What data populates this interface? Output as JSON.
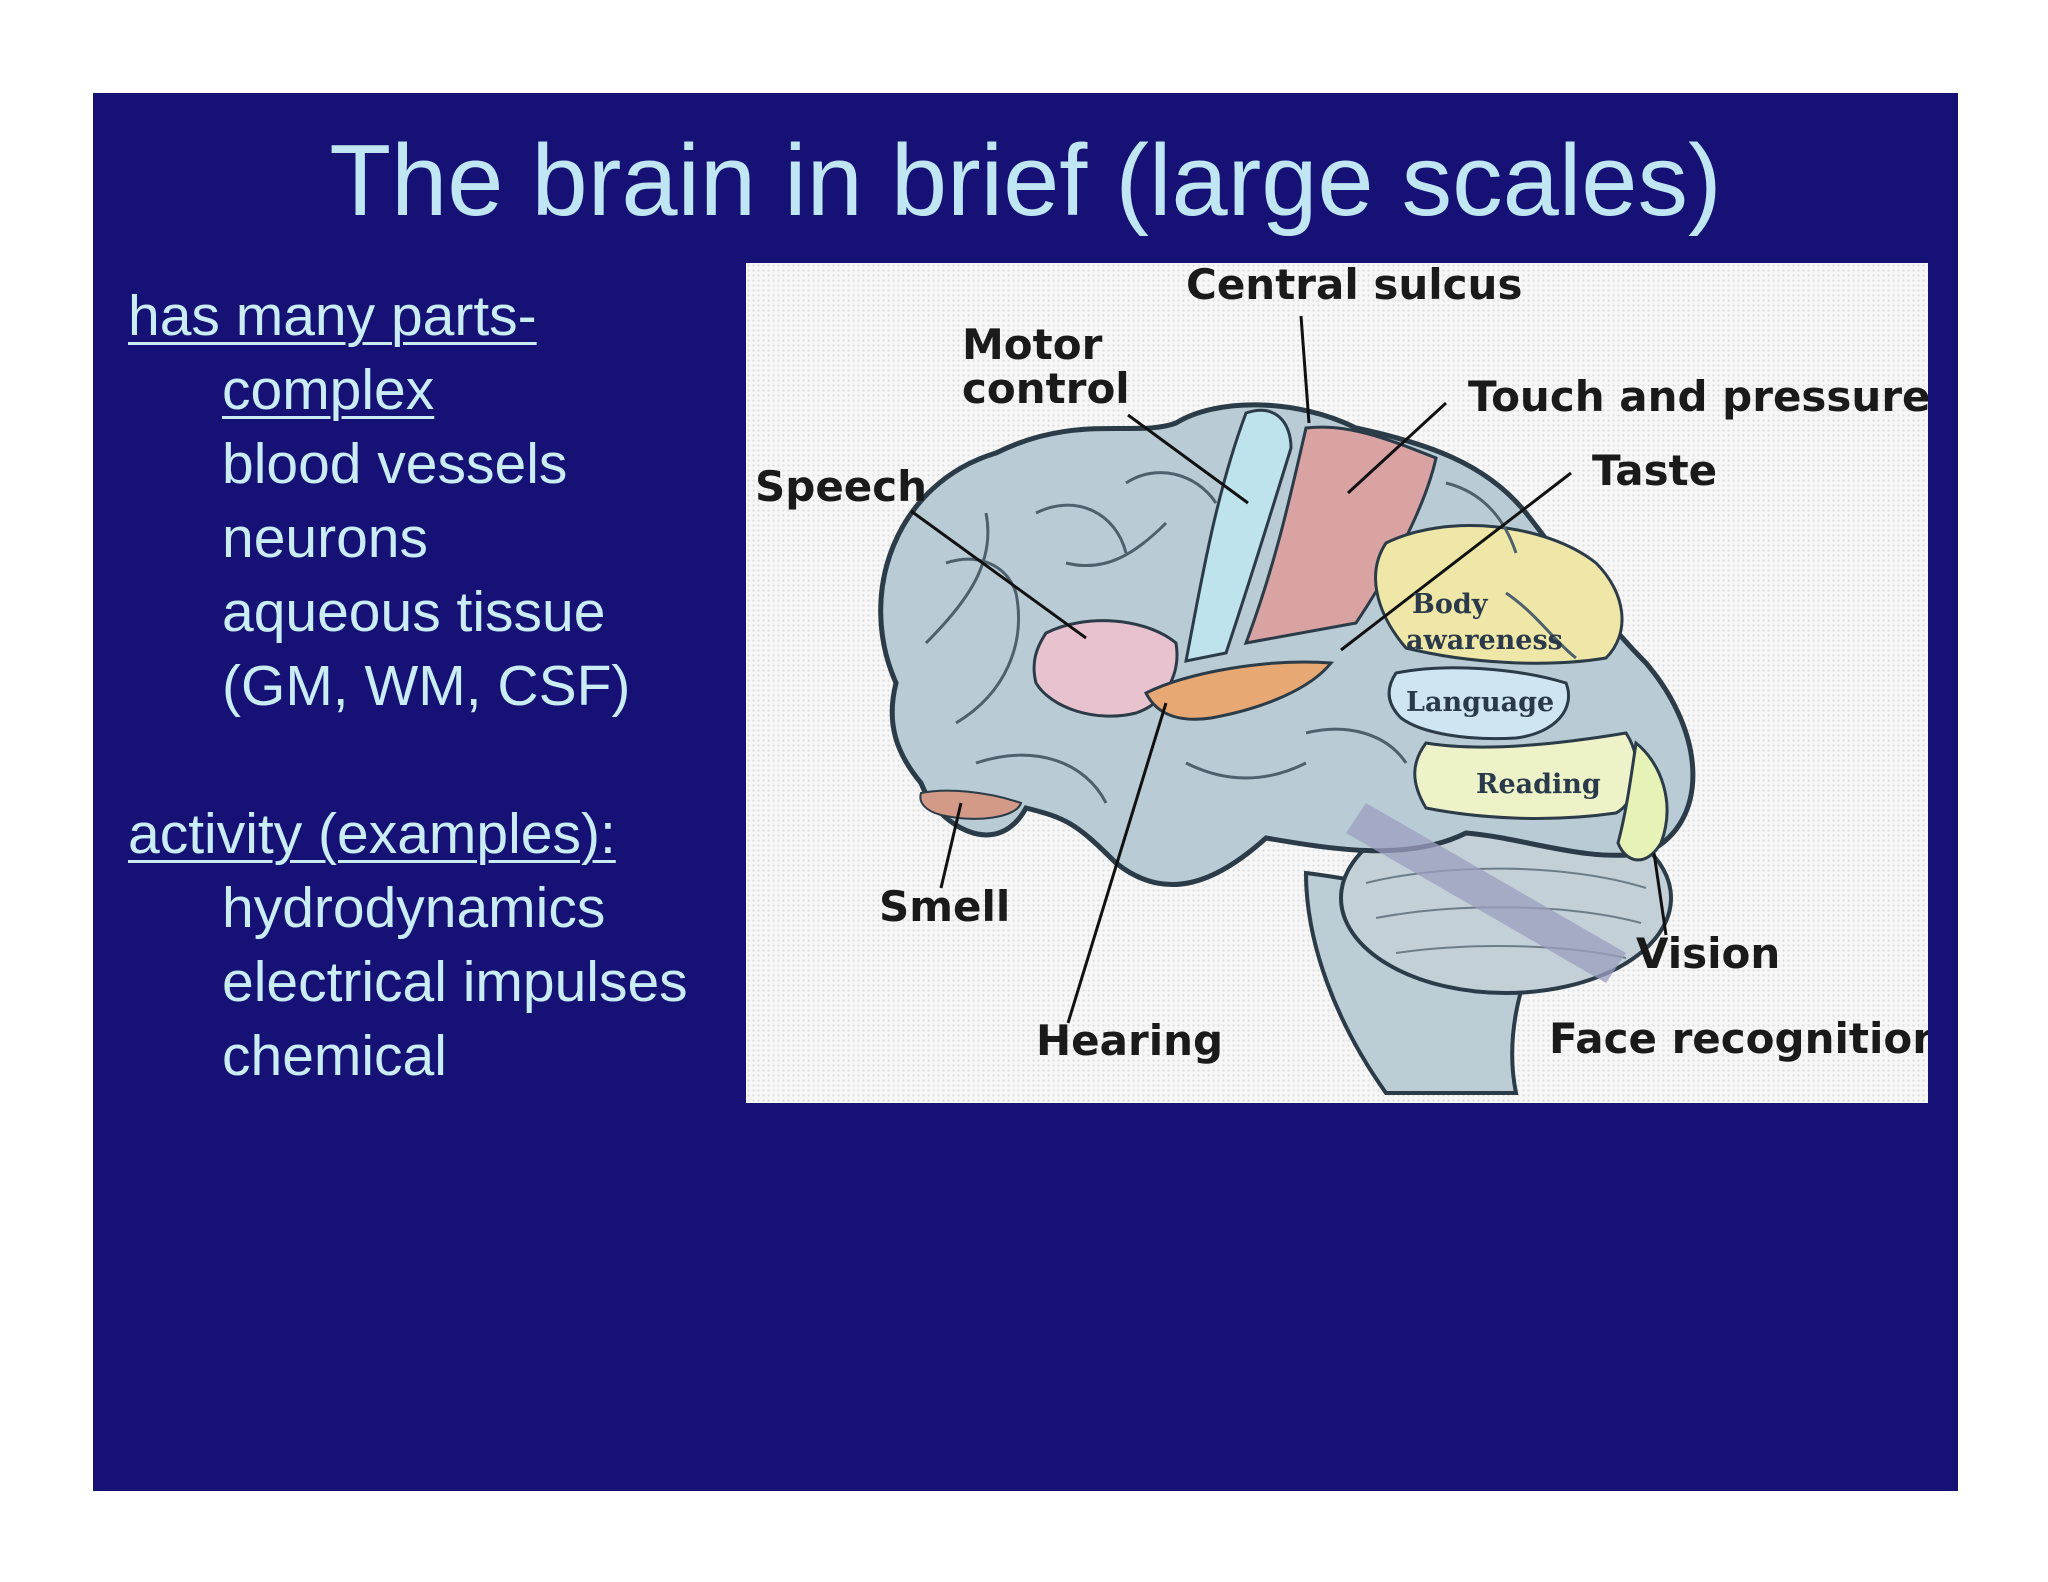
{
  "slide": {
    "title": "The brain in brief (large scales)",
    "text_lines": [
      "has many parts-",
      "complex",
      "blood vessels",
      "neurons",
      "aqueous tissue",
      "(GM, WM, CSF)",
      "activity (examples):",
      "hydrodynamics",
      "electrical impulses",
      "chemical"
    ]
  },
  "figure": {
    "labels": {
      "central_sulcus": "Central sulcus",
      "motor_1": "Motor",
      "motor_2": "control",
      "touch": "Touch and pressure",
      "taste": "Taste",
      "speech": "Speech",
      "body_1": "Body",
      "body_2": "awareness",
      "language": "Language",
      "reading": "Reading",
      "smell": "Smell",
      "vision": "Vision",
      "hearing": "Hearing",
      "face": "Face recognition"
    },
    "colors": {
      "background": "#161275",
      "text": "#c9ecf5",
      "brain": "#b9ccd6",
      "motor": "#bfe3ec",
      "touch": "#d9a3a3",
      "speech": "#e8c3cf",
      "body": "#efe7a8",
      "language": "#cfe5f2",
      "reading": "#eef2c9",
      "hearing": "#e7a874",
      "vision": "#e7f2b6"
    }
  }
}
